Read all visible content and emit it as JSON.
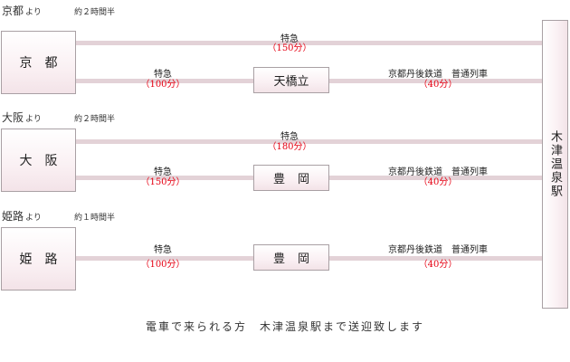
{
  "yori": "より",
  "routes": [
    {
      "origin": "京都",
      "origin_box": "京都",
      "duration": "約２時間半",
      "upper": {
        "label": "特急",
        "time": "（150分）"
      },
      "lower_left": {
        "label": "特急",
        "time": "（100分）"
      },
      "via": "天橋立",
      "lower_right": {
        "label": "京都丹後鉄道　普通列車",
        "time": "（40分）"
      }
    },
    {
      "origin": "大阪",
      "origin_box": "大阪",
      "duration": "約２時間半",
      "upper": {
        "label": "特急",
        "time": "（180分）"
      },
      "lower_left": {
        "label": "特急",
        "time": "（150分）"
      },
      "via": "豊岡",
      "lower_right": {
        "label": "京都丹後鉄道　普通列車",
        "time": "（40分）"
      }
    },
    {
      "origin": "姫路",
      "origin_box": "姫路",
      "duration": "約１時間半",
      "lower_left": {
        "label": "特急",
        "time": "（100分）"
      },
      "via": "豊岡",
      "lower_right": {
        "label": "京都丹後鉄道　普通列車",
        "time": "（40分）"
      }
    }
  ],
  "destination": "木津温泉駅",
  "footer": "電車で来られる方　木津温泉駅まで送迎致します"
}
